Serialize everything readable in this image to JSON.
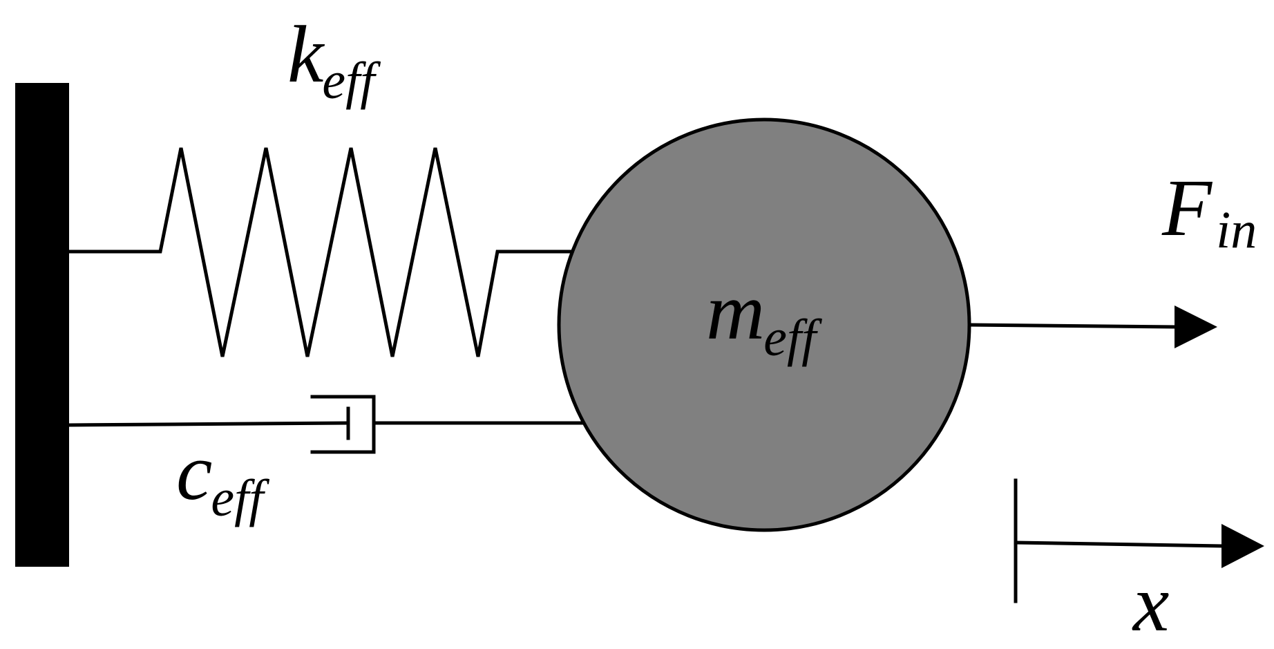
{
  "labels": {
    "spring": {
      "symbol": "k",
      "subscript": "eff"
    },
    "damper": {
      "symbol": "c",
      "subscript": "eff"
    },
    "mass": {
      "symbol": "m",
      "subscript": "eff"
    },
    "force": {
      "symbol": "F",
      "subscript": "in"
    },
    "displacement": {
      "symbol": "x"
    }
  },
  "colors": {
    "wall": "#000000",
    "mass_fill": "#808080",
    "line": "#000000"
  }
}
